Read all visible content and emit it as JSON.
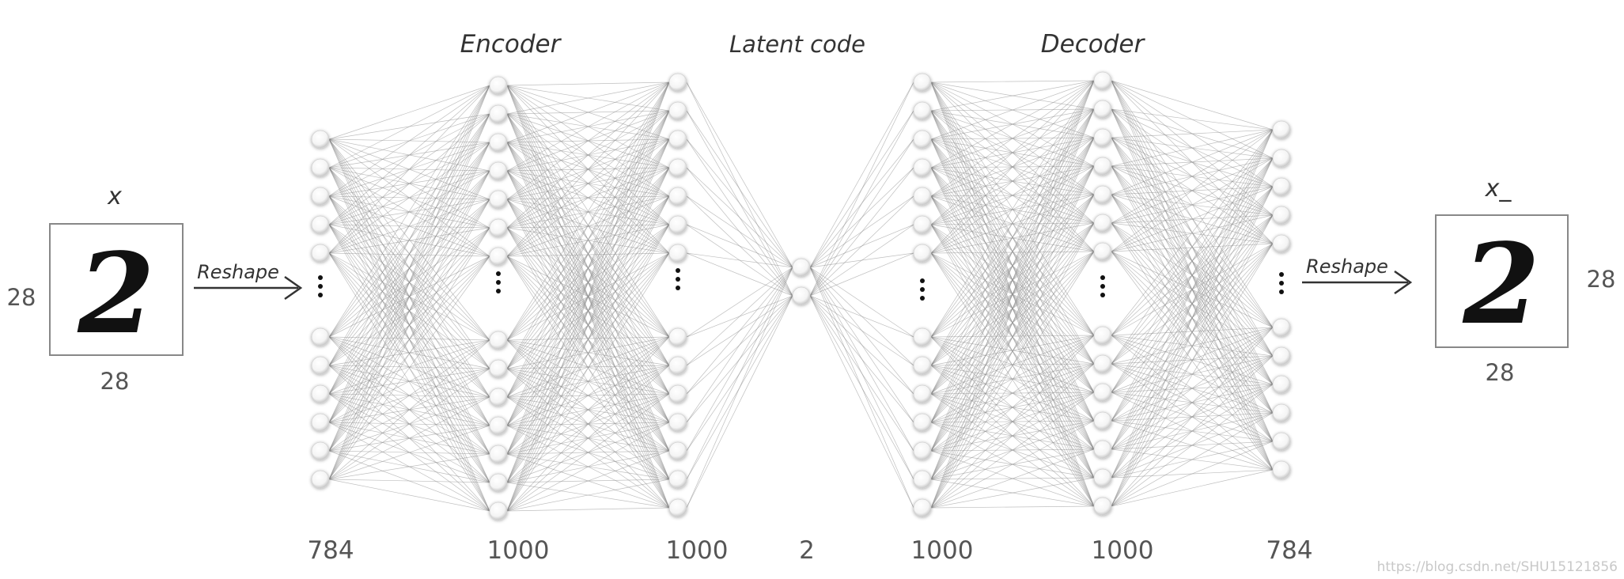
{
  "titles": {
    "encoder": "Encoder",
    "latent": "Latent code",
    "decoder": "Decoder"
  },
  "input": {
    "symbol": "x",
    "height_label": "28",
    "width_label": "28",
    "glyph": "2"
  },
  "output": {
    "symbol": "x_",
    "height_label": "28",
    "width_label": "28",
    "glyph": "2"
  },
  "arrows": {
    "left": "Reshape",
    "right": "Reshape"
  },
  "layers": [
    {
      "size": "784"
    },
    {
      "size": "1000"
    },
    {
      "size": "1000"
    },
    {
      "size": "2"
    },
    {
      "size": "1000"
    },
    {
      "size": "1000"
    },
    {
      "size": "784"
    }
  ],
  "watermark": "https://blog.csdn.net/SHU15121856"
}
